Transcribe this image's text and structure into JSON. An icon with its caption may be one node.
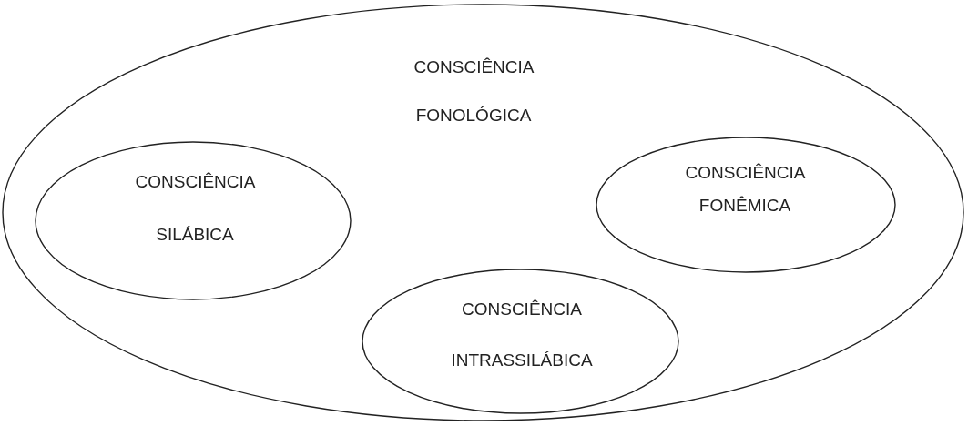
{
  "diagram": {
    "nodes": [
      {
        "text": [
          "CONSCIÊNCIA FONOLÓGICA"
        ]
      },
      {
        "text": [
          "CONSCIÊNCIA SILÁBICA"
        ],
        "in": 0
      },
      {
        "text": [
          "CONSCIÊNCIA FONÊMICA"
        ],
        "in": 0
      },
      {
        "text": [
          "CONSCIÊNCIA INTRASSILÁBICA"
        ],
        "in": 0
      }
    ],
    "edges": []
  }
}
